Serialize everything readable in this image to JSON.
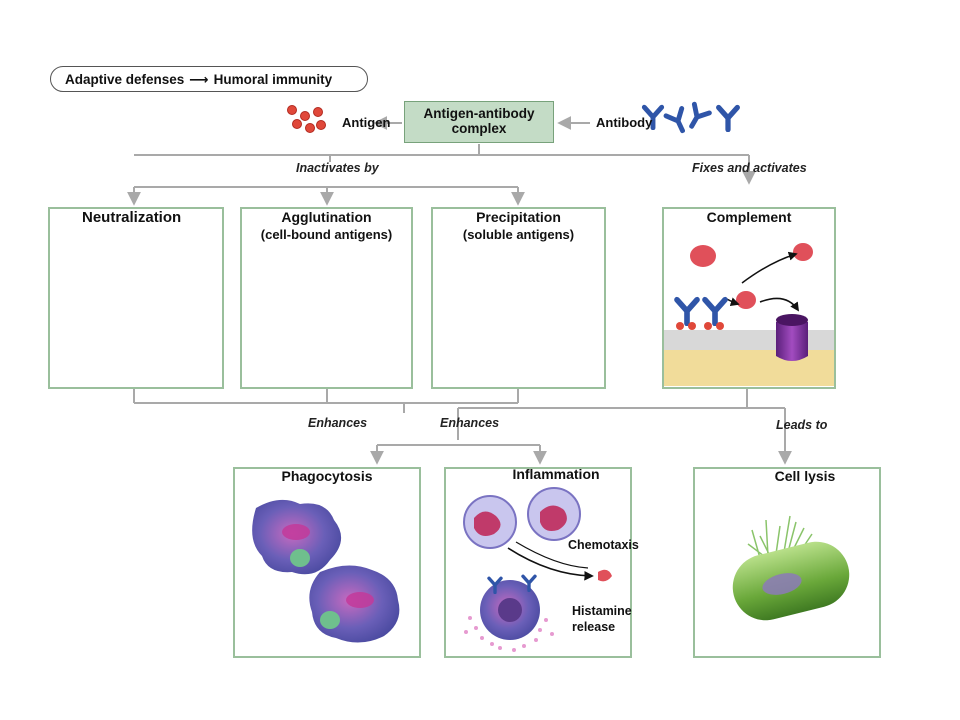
{
  "header": {
    "breadcrumb_left": "Adaptive defenses",
    "breadcrumb_right": "Humoral immunity"
  },
  "top": {
    "center_line1": "Antigen-antibody",
    "center_line2": "complex",
    "antigen_label": "Antigen",
    "antibody_label": "Antibody"
  },
  "edges": {
    "inactivates": "Inactivates by",
    "fixes": "Fixes and activates",
    "enhances_1": "Enhances",
    "enhances_2": "Enhances",
    "leads_to": "Leads to"
  },
  "panels": {
    "neutralization": {
      "title": "Neutralization"
    },
    "agglutination": {
      "title": "Agglutination",
      "subtitle": "(cell-bound antigens)"
    },
    "precipitation": {
      "title": "Precipitation",
      "subtitle": "(soluble antigens)"
    },
    "complement": {
      "title": "Complement"
    },
    "phagocytosis": {
      "title": "Phagocytosis"
    },
    "inflammation": {
      "title": "Inflammation",
      "chemotaxis": "Chemotaxis",
      "histamine_1": "Histamine",
      "histamine_2": "release"
    },
    "cell_lysis": {
      "title": "Cell lysis"
    }
  },
  "colors": {
    "panel_border": "#9abf9c",
    "connector": "#a9a9a9",
    "antibody": "#2f55a8",
    "antigen": "#e0483a",
    "rbc": "#c2282e",
    "center_fill": "#c4dcc6"
  }
}
